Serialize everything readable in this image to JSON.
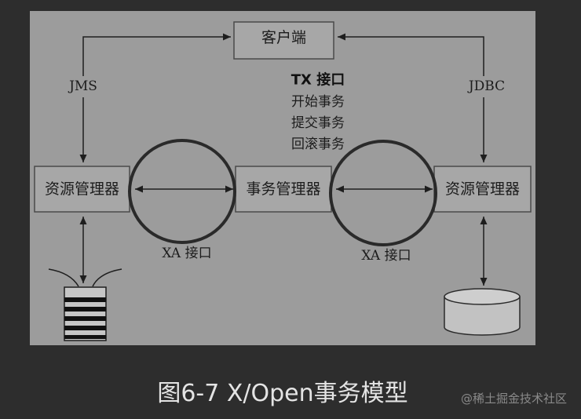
{
  "figure": {
    "client": "客户端",
    "left_rm": "资源管理器",
    "tm": "事务管理器",
    "right_rm": "资源管理器",
    "jms": "JMS",
    "jdbc": "JDBC",
    "tx_title": "TX 接口",
    "tx_ops": [
      "开始事务",
      "提交事务",
      "回滚事务"
    ],
    "xa_left": "XA 接口",
    "xa_right": "XA 接口"
  },
  "caption": "图6-7 X/Open事务模型",
  "watermark": "@稀土掘金技术社区",
  "colors": {
    "page_background": "#2d2d2d",
    "figure_background": "#9c9c9c",
    "box_fill": "#a7a7a7",
    "line": "#1e1e1e",
    "caption_text": "#e4e4e4",
    "watermark_text": "#8a8a8a"
  }
}
